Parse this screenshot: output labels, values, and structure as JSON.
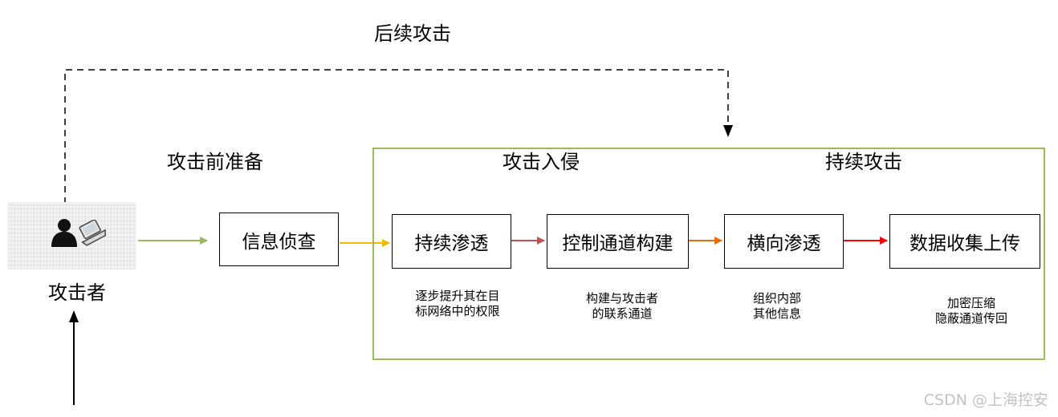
{
  "labels": {
    "follow_up_attack": "后续攻击",
    "pre_attack_prep": "攻击前准备",
    "attack_intrusion": "攻击入侵",
    "persistent_attack": "持续攻击",
    "attacker": "攻击者"
  },
  "boxes": {
    "recon": "信息侦查",
    "persistent_infiltration": "持续渗透",
    "control_channel": "控制通道构建",
    "lateral_movement": "横向渗透",
    "data_exfiltration": "数据收集上传"
  },
  "descriptions": {
    "persistent_infiltration": [
      "逐步提升其在目",
      "标网络中的权限"
    ],
    "control_channel": [
      "构建与攻击者",
      "的联系通道"
    ],
    "lateral_movement": [
      "组织内部",
      "其他信息"
    ],
    "data_exfiltration": [
      "加密压缩",
      "隐蔽通道传回"
    ]
  },
  "icons": {
    "attacker_person": "person-icon",
    "attacker_laptop": "laptop-icon"
  },
  "colors": {
    "frame": "#9bbb59",
    "arrow_attacker_to_recon": "#9bbb59",
    "arrow_recon_to_infiltration": "#f5b800",
    "arrow_infiltration_to_control": "#c0504d",
    "arrow_control_to_lateral": "#e46c0a",
    "arrow_lateral_to_data": "#ff0000"
  },
  "watermark": "CSDN @上海控安"
}
